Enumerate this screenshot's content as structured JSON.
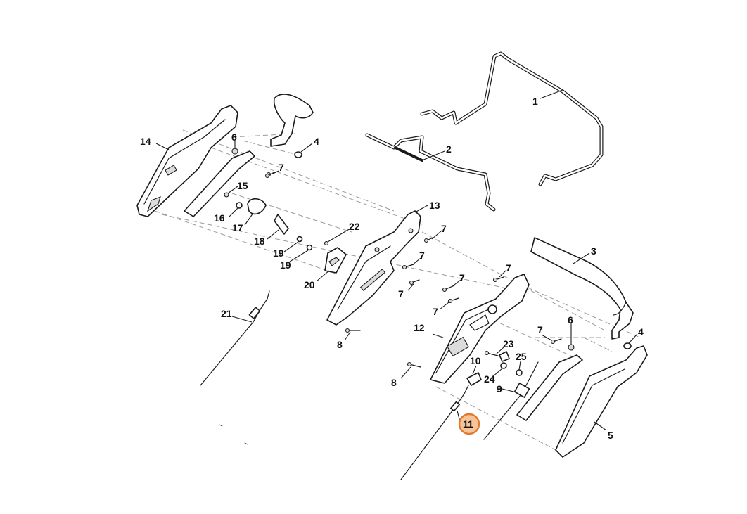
{
  "callouts": [
    {
      "id": "1",
      "text": "1"
    },
    {
      "id": "2",
      "text": "2"
    },
    {
      "id": "3",
      "text": "3"
    },
    {
      "id": "4a",
      "text": "4"
    },
    {
      "id": "4b",
      "text": "4"
    },
    {
      "id": "5",
      "text": "5"
    },
    {
      "id": "6a",
      "text": "6"
    },
    {
      "id": "6b",
      "text": "6"
    },
    {
      "id": "7a",
      "text": "7"
    },
    {
      "id": "7b",
      "text": "7"
    },
    {
      "id": "7c",
      "text": "7"
    },
    {
      "id": "7d",
      "text": "7"
    },
    {
      "id": "7e",
      "text": "7"
    },
    {
      "id": "7f",
      "text": "7"
    },
    {
      "id": "7g",
      "text": "7"
    },
    {
      "id": "7h",
      "text": "7"
    },
    {
      "id": "8a",
      "text": "8"
    },
    {
      "id": "8b",
      "text": "8"
    },
    {
      "id": "9",
      "text": "9"
    },
    {
      "id": "10",
      "text": "10"
    },
    {
      "id": "11",
      "text": "11"
    },
    {
      "id": "12",
      "text": "12"
    },
    {
      "id": "13",
      "text": "13"
    },
    {
      "id": "14",
      "text": "14"
    },
    {
      "id": "15",
      "text": "15"
    },
    {
      "id": "16",
      "text": "16"
    },
    {
      "id": "17",
      "text": "17"
    },
    {
      "id": "18",
      "text": "18"
    },
    {
      "id": "19a",
      "text": "19"
    },
    {
      "id": "19b",
      "text": "19"
    },
    {
      "id": "20",
      "text": "20"
    },
    {
      "id": "21",
      "text": "21"
    },
    {
      "id": "22",
      "text": "22"
    },
    {
      "id": "23",
      "text": "23"
    },
    {
      "id": "24",
      "text": "24"
    },
    {
      "id": "25",
      "text": "25"
    }
  ],
  "highlighted": "11",
  "colors": {
    "line": "#1a1a1a",
    "dashed": "#9a9a9a",
    "highlight_stroke": "#e07a2f",
    "highlight_fill": "#f7c49a"
  }
}
